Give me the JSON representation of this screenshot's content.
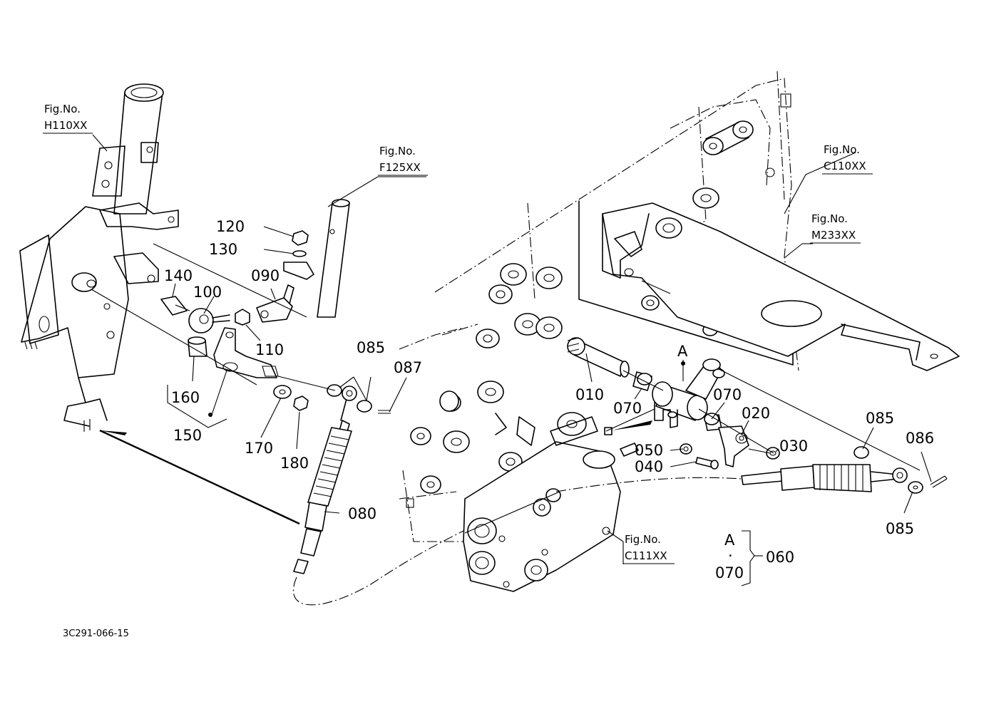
{
  "fig_refs": {
    "h110": {
      "line1": "Fig.No.",
      "line2": "H110XX"
    },
    "f125": {
      "line1": "Fig.No.",
      "line2": "F125XX"
    },
    "c110": {
      "line1": "Fig.No.",
      "line2": "C110XX"
    },
    "m233": {
      "line1": "Fig.No.",
      "line2": "M233XX"
    },
    "c111": {
      "line1": "Fig.No.",
      "line2": "C111XX"
    }
  },
  "callouts": {
    "p120": "120",
    "p130": "130",
    "p140": "140",
    "p100": "100",
    "p090": "090",
    "p110": "110",
    "p160": "160",
    "p150": "150",
    "p170": "170",
    "p180": "180",
    "p085a": "085",
    "p087": "087",
    "p080": "080",
    "p010": "010",
    "pA": "A",
    "p070a": "070",
    "p070b": "070",
    "p020": "020",
    "p050": "050",
    "p040": "040",
    "p030": "030",
    "p085b": "085",
    "p086": "086",
    "p085c": "085"
  },
  "kit": {
    "a": "A",
    "dot": "·",
    "part": "070",
    "group": "060"
  },
  "drawing_code": "3C291-066-15"
}
